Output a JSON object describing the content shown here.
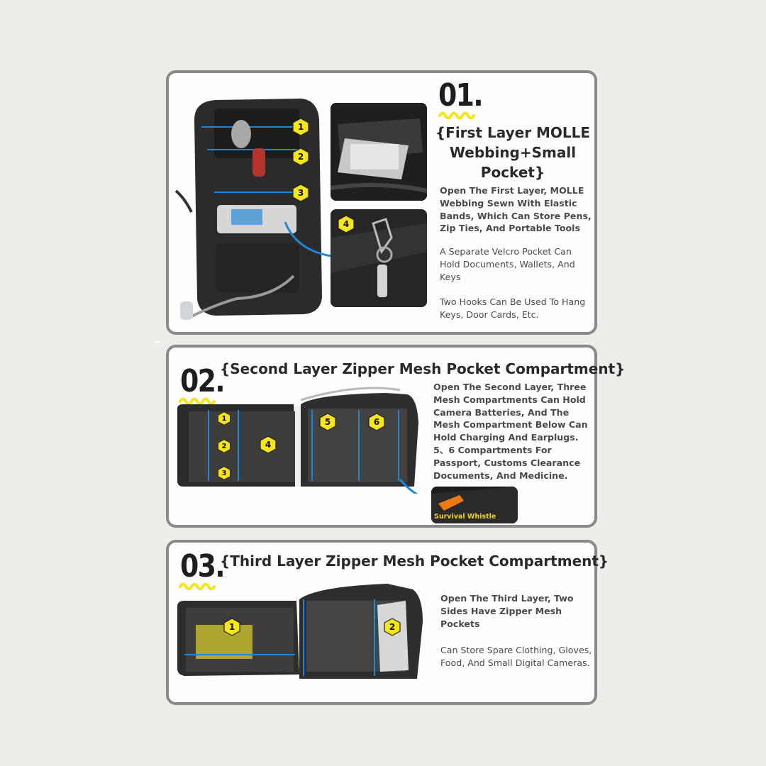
{
  "sections": [
    {
      "number": "01.",
      "title": "{First Layer  MOLLE Webbing+Small Pocket}",
      "paragraphs": [
        "Open The First Layer, MOLLE Webbing Sewn With Elastic Bands, Which Can Store Pens, Zip Ties, And Portable Tools",
        "A Separate Velcro Pocket Can Hold Documents, Wallets, And Keys",
        "Two Hooks Can Be Used To Hang Keys, Door Cards, Etc."
      ],
      "markers": [
        "1",
        "2",
        "3",
        "4"
      ]
    },
    {
      "number": "02.",
      "title": "{Second  Layer Zipper Mesh Pocket Compartment}",
      "paragraphs": [
        "Open The Second Layer, Three Mesh Compartments Can Hold Camera Batteries, And The Mesh Compartment Below Can Hold Charging And Earplugs. 5、6 Compartments For Passport, Customs Clearance Documents, And Medicine."
      ],
      "markers": [
        "1",
        "2",
        "3",
        "4",
        "5",
        "6"
      ],
      "inset_caption": "Survival Whistle"
    },
    {
      "number": "03.",
      "title": "{Third Layer Zipper Mesh Pocket Compartment}",
      "paragraphs": [
        "Open The Third Layer, Two Sides Have Zipper Mesh Pockets",
        "Can Store Spare Clothing, Gloves, Food, And Small Digital Cameras."
      ],
      "markers": [
        "1",
        "2"
      ]
    }
  ],
  "colors": {
    "accent_yellow": "#f6e41c",
    "annotation_blue": "#1e86d6",
    "panel_border": "#8a8a8a",
    "background": "#ededea"
  }
}
